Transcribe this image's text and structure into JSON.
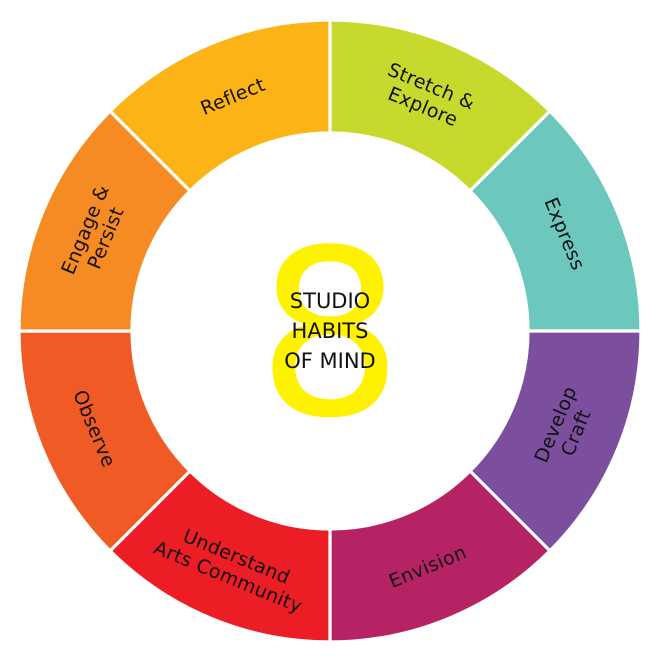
{
  "diagram": {
    "type": "segmented-ring",
    "center": {
      "number": "8",
      "number_color": "#FFF200",
      "lines": [
        "STUDIO",
        "HABITS",
        "OF MIND"
      ]
    },
    "segments": [
      {
        "id": "stretch-explore",
        "lines": [
          "Stretch &",
          "Explore"
        ],
        "color": "#C8D92E"
      },
      {
        "id": "express",
        "lines": [
          "Express"
        ],
        "color": "#6CC7BD"
      },
      {
        "id": "develop-craft",
        "lines": [
          "Develop",
          "Craft"
        ],
        "color": "#7B4F9E"
      },
      {
        "id": "envision",
        "lines": [
          "Envision"
        ],
        "color": "#B52365"
      },
      {
        "id": "understand-arts-community",
        "lines": [
          "Understand",
          "Arts Community"
        ],
        "color": "#EC1D25"
      },
      {
        "id": "observe",
        "lines": [
          "Observe"
        ],
        "color": "#F05A24"
      },
      {
        "id": "engage-persist",
        "lines": [
          "Engage &",
          "Persist"
        ],
        "color": "#F58B22"
      },
      {
        "id": "reflect",
        "lines": [
          "Reflect"
        ],
        "color": "#FBB316"
      }
    ]
  }
}
